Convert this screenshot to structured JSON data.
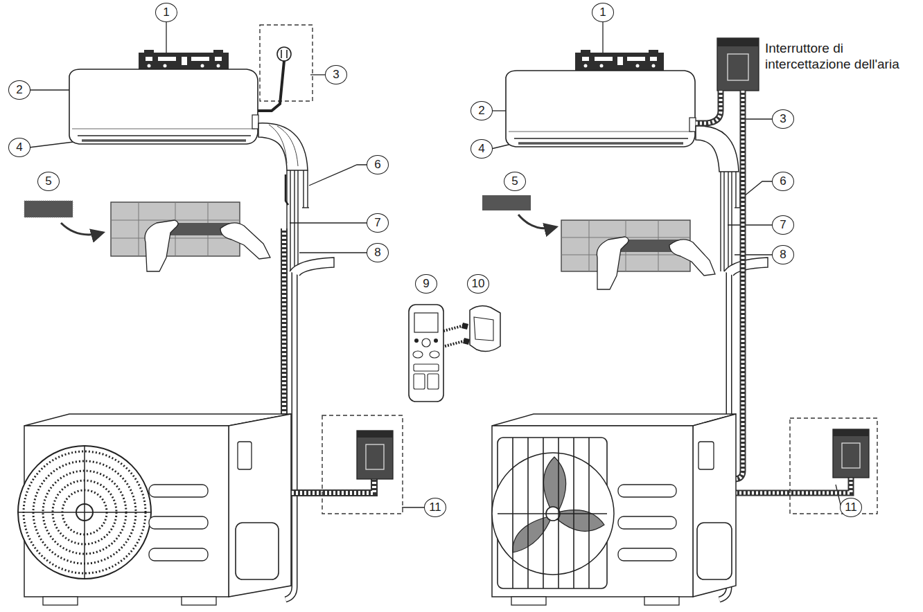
{
  "diagram": {
    "labels": [
      "1",
      "1",
      "Interruttore di intercettazione dell'aria",
      "3",
      "2",
      "2",
      "3",
      "4",
      "4",
      "6",
      "6",
      "5",
      "5",
      "7",
      "7",
      "8",
      "8",
      "9",
      "10",
      "11",
      "11"
    ]
  }
}
